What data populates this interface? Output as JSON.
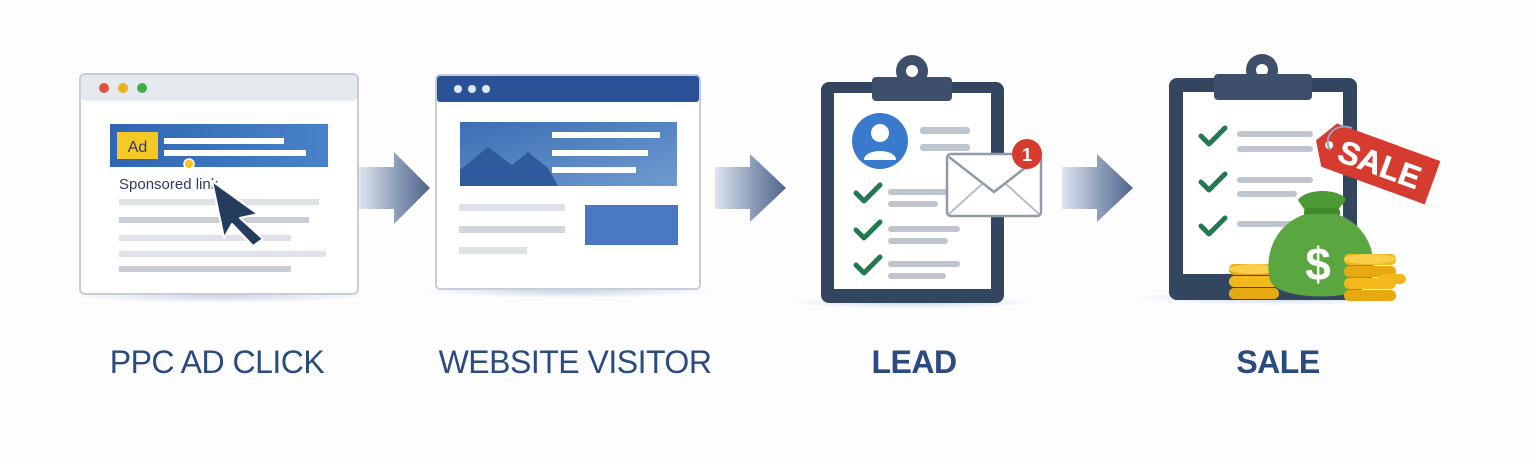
{
  "steps": [
    {
      "id": "ppc",
      "label": "PPC AD CLICK",
      "ad_badge": "Ad",
      "link_text": "Sponsored link"
    },
    {
      "id": "visitor",
      "label": "WEBSITE VISITOR"
    },
    {
      "id": "lead",
      "label": "LEAD",
      "notification_count": "1"
    },
    {
      "id": "sale",
      "label": "SALE",
      "tag_text": "SALE",
      "currency_symbol": "$"
    }
  ],
  "colors": {
    "label": "#2b4a7d",
    "browser_blue": "#2d64b0",
    "arrow": "#586d94",
    "check": "#22794f",
    "badge_red": "#d63b2f",
    "money_green": "#5aa641",
    "coin_gold": "#f2b81c"
  }
}
